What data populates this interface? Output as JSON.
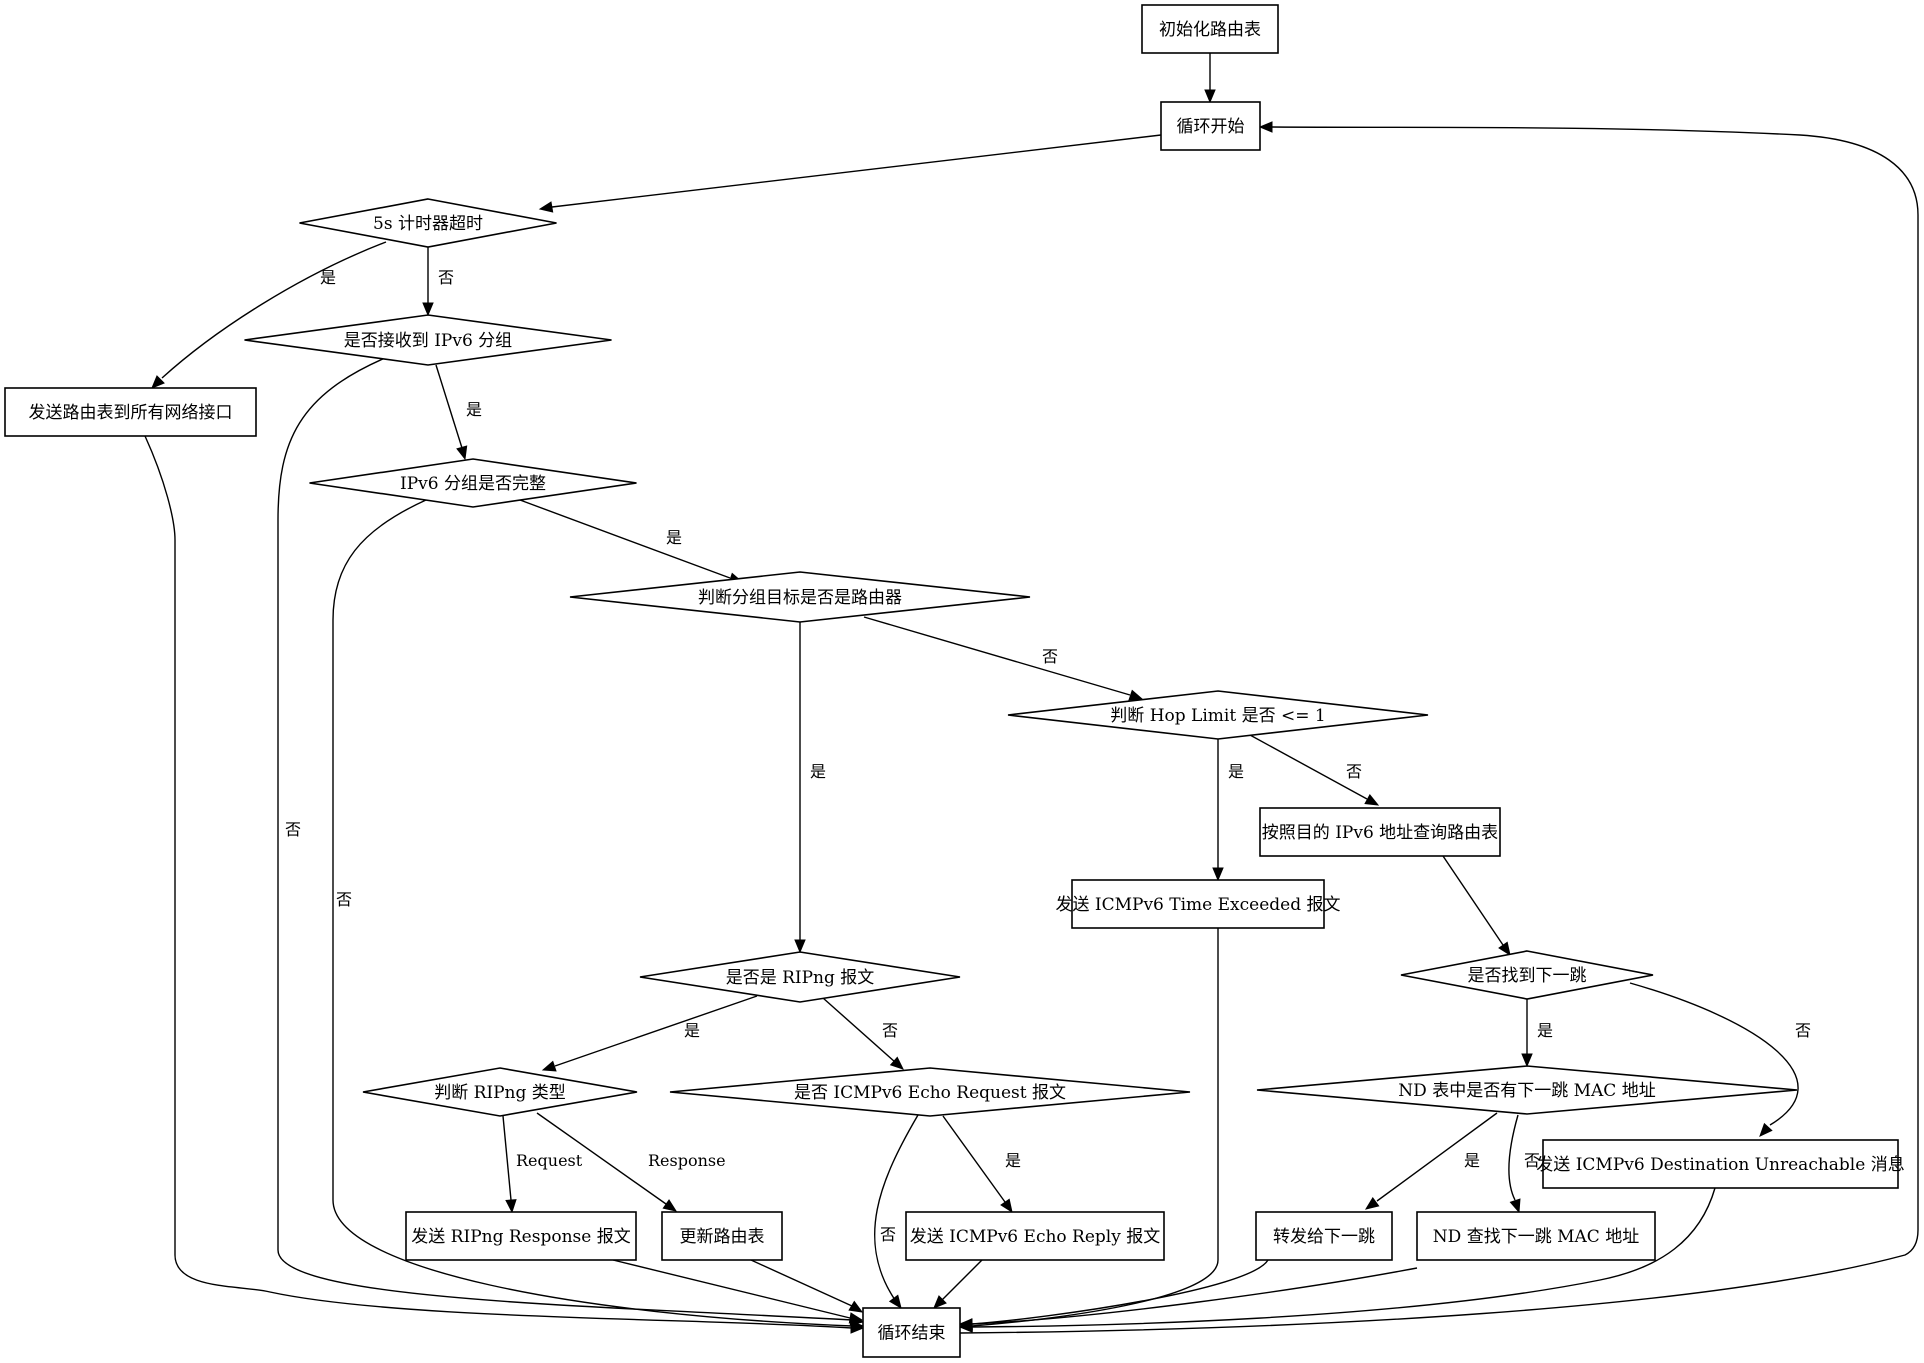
{
  "diagram": {
    "type": "flowchart",
    "title": "",
    "nodes": [
      {
        "id": "init",
        "shape": "box",
        "label": "初始化路由表"
      },
      {
        "id": "loop_start",
        "shape": "box",
        "label": "循环开始"
      },
      {
        "id": "timer",
        "shape": "diamond",
        "label": "5s 计时器超时"
      },
      {
        "id": "recv",
        "shape": "diamond",
        "label": "是否接收到 IPv6 分组"
      },
      {
        "id": "send_table",
        "shape": "box",
        "label": "发送路由表到所有网络接口"
      },
      {
        "id": "complete",
        "shape": "diamond",
        "label": "IPv6 分组是否完整"
      },
      {
        "id": "target_router",
        "shape": "diamond",
        "label": "判断分组目标是否是路由器"
      },
      {
        "id": "hop_limit",
        "shape": "diamond",
        "label": "判断 Hop Limit 是否 <= 1"
      },
      {
        "id": "lookup",
        "shape": "box",
        "label": "按照目的 IPv6 地址查询路由表"
      },
      {
        "id": "time_exceeded",
        "shape": "box",
        "label": "发送 ICMPv6 Time Exceeded 报文"
      },
      {
        "id": "is_ripng",
        "shape": "diamond",
        "label": "是否是 RIPng 报文"
      },
      {
        "id": "found_next",
        "shape": "diamond",
        "label": "是否找到下一跳"
      },
      {
        "id": "ripng_type",
        "shape": "diamond",
        "label": "判断 RIPng 类型"
      },
      {
        "id": "is_echo",
        "shape": "diamond",
        "label": "是否 ICMPv6 Echo Request 报文"
      },
      {
        "id": "nd_has_mac",
        "shape": "diamond",
        "label": "ND 表中是否有下一跳 MAC 地址"
      },
      {
        "id": "dest_unreach",
        "shape": "box",
        "label": "发送 ICMPv6 Destination Unreachable 消息"
      },
      {
        "id": "send_ripng_resp",
        "shape": "box",
        "label": "发送 RIPng Response 报文"
      },
      {
        "id": "update_table",
        "shape": "box",
        "label": "更新路由表"
      },
      {
        "id": "echo_reply",
        "shape": "box",
        "label": "发送 ICMPv6 Echo Reply 报文"
      },
      {
        "id": "forward",
        "shape": "box",
        "label": "转发给下一跳"
      },
      {
        "id": "nd_lookup",
        "shape": "box",
        "label": "ND 查找下一跳 MAC 地址"
      },
      {
        "id": "loop_end",
        "shape": "box",
        "label": "循环结束"
      }
    ],
    "edges": [
      {
        "from": "init",
        "to": "loop_start",
        "label": ""
      },
      {
        "from": "loop_start",
        "to": "timer",
        "label": ""
      },
      {
        "from": "timer",
        "to": "send_table",
        "label": "是"
      },
      {
        "from": "timer",
        "to": "recv",
        "label": "否"
      },
      {
        "from": "recv",
        "to": "complete",
        "label": "是"
      },
      {
        "from": "recv",
        "to": "loop_end",
        "label": "否"
      },
      {
        "from": "send_table",
        "to": "loop_end",
        "label": ""
      },
      {
        "from": "complete",
        "to": "target_router",
        "label": "是"
      },
      {
        "from": "complete",
        "to": "loop_end",
        "label": "否"
      },
      {
        "from": "target_router",
        "to": "is_ripng",
        "label": "是"
      },
      {
        "from": "target_router",
        "to": "hop_limit",
        "label": "否"
      },
      {
        "from": "hop_limit",
        "to": "time_exceeded",
        "label": "是"
      },
      {
        "from": "hop_limit",
        "to": "lookup",
        "label": "否"
      },
      {
        "from": "lookup",
        "to": "found_next",
        "label": ""
      },
      {
        "from": "time_exceeded",
        "to": "loop_end",
        "label": ""
      },
      {
        "from": "is_ripng",
        "to": "ripng_type",
        "label": "是"
      },
      {
        "from": "is_ripng",
        "to": "is_echo",
        "label": "否"
      },
      {
        "from": "ripng_type",
        "to": "send_ripng_resp",
        "label": "Request"
      },
      {
        "from": "ripng_type",
        "to": "update_table",
        "label": "Response"
      },
      {
        "from": "is_echo",
        "to": "echo_reply",
        "label": "是"
      },
      {
        "from": "is_echo",
        "to": "loop_end",
        "label": "否"
      },
      {
        "from": "found_next",
        "to": "nd_has_mac",
        "label": "是"
      },
      {
        "from": "found_next",
        "to": "dest_unreach",
        "label": "否"
      },
      {
        "from": "nd_has_mac",
        "to": "forward",
        "label": "是"
      },
      {
        "from": "nd_has_mac",
        "to": "nd_lookup",
        "label": "否"
      },
      {
        "from": "send_ripng_resp",
        "to": "loop_end",
        "label": ""
      },
      {
        "from": "update_table",
        "to": "loop_end",
        "label": ""
      },
      {
        "from": "echo_reply",
        "to": "loop_end",
        "label": ""
      },
      {
        "from": "forward",
        "to": "loop_end",
        "label": ""
      },
      {
        "from": "nd_lookup",
        "to": "loop_end",
        "label": ""
      },
      {
        "from": "dest_unreach",
        "to": "loop_end",
        "label": ""
      },
      {
        "from": "loop_end",
        "to": "loop_start",
        "label": ""
      }
    ]
  }
}
